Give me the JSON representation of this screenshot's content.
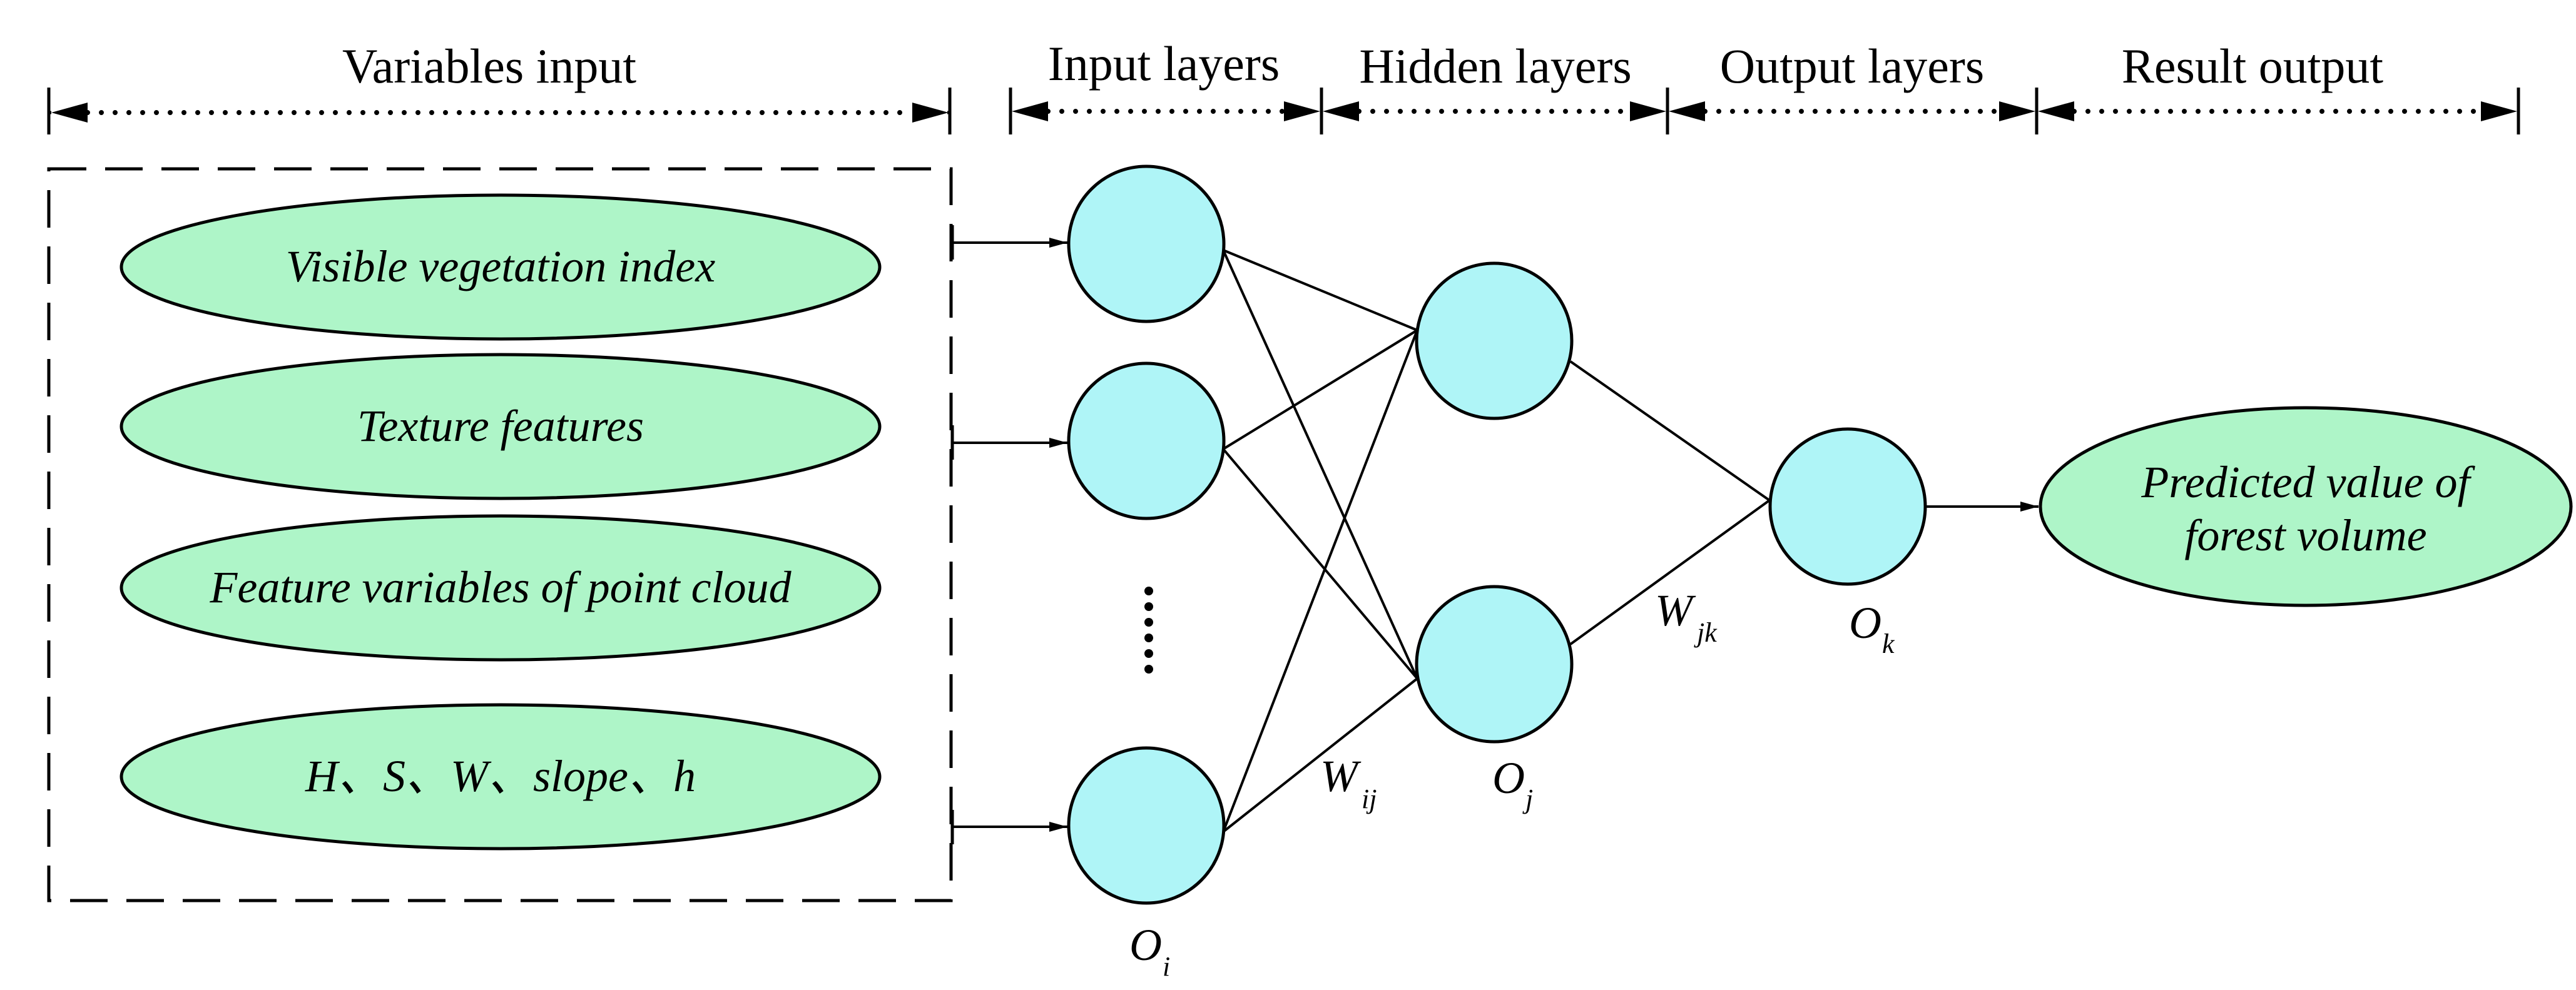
{
  "headers": {
    "variables_input": "Variables input",
    "input_layers": "Input layers",
    "hidden_layers": "Hidden layers",
    "output_layers": "Output layers",
    "result_output": "Result output"
  },
  "inputs": [
    {
      "label": "Visible vegetation index"
    },
    {
      "label": "Texture features"
    },
    {
      "label": "Feature variables of point cloud"
    },
    {
      "label": "H、S、W、slope、h"
    }
  ],
  "output": {
    "line1": "Predicted value of",
    "line2": "forest volume"
  },
  "symbols": {
    "oi": {
      "main": "O",
      "sub": "i"
    },
    "oj": {
      "main": "O",
      "sub": "j"
    },
    "ok": {
      "main": "O",
      "sub": "k"
    },
    "wij": {
      "main": "W",
      "sub": "ij"
    },
    "wjk": {
      "main": "W",
      "sub": "jk"
    }
  },
  "colors": {
    "ellipse_fill": "#aef5c8",
    "node_fill": "#aff5f7",
    "stroke": "#000000"
  }
}
